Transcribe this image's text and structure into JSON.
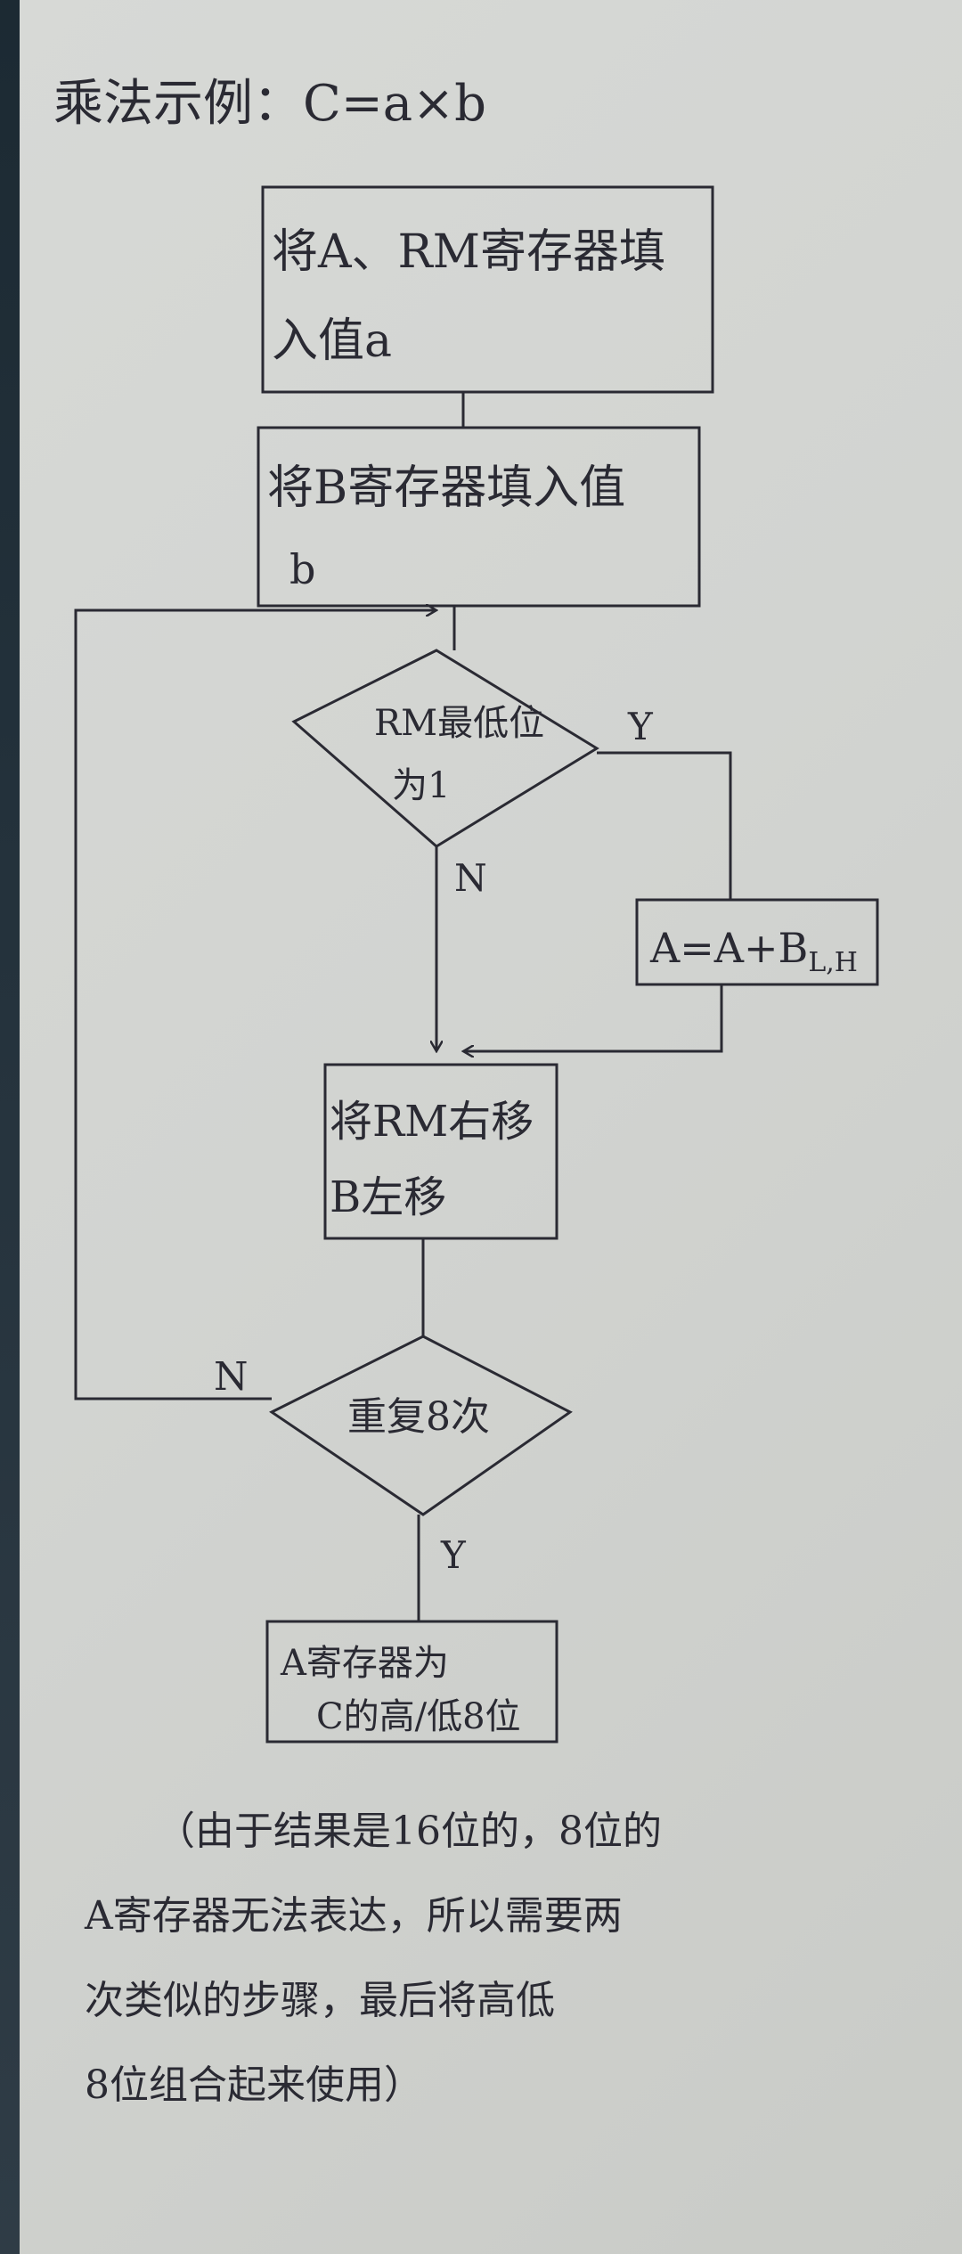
{
  "title": "乘法示例：C=a×b",
  "nodes": {
    "step1": [
      "将A、RM寄存器填",
      "入值a"
    ],
    "step2": [
      "将B寄存器填入值",
      "b"
    ],
    "decision1": [
      "RM最低位",
      "为1"
    ],
    "add": "A=A+B",
    "add_sub": "L,H",
    "step3": [
      "将RM右移",
      "B左移"
    ],
    "decision2": "重复8次",
    "result": [
      "A寄存器为",
      "C的高/低8位"
    ]
  },
  "edge_labels": {
    "d1_yes": "Y",
    "d1_no": "N",
    "d2_no": "N",
    "d2_yes": "Y"
  },
  "note": [
    "（由于结果是16位的，8位的",
    "A寄存器无法表达，所以需要两",
    "次类似的步骤，最后将高低",
    "8位组合起来使用）"
  ],
  "colors": {
    "ink": "#2a2a33",
    "paper": "#d3d5d2"
  }
}
